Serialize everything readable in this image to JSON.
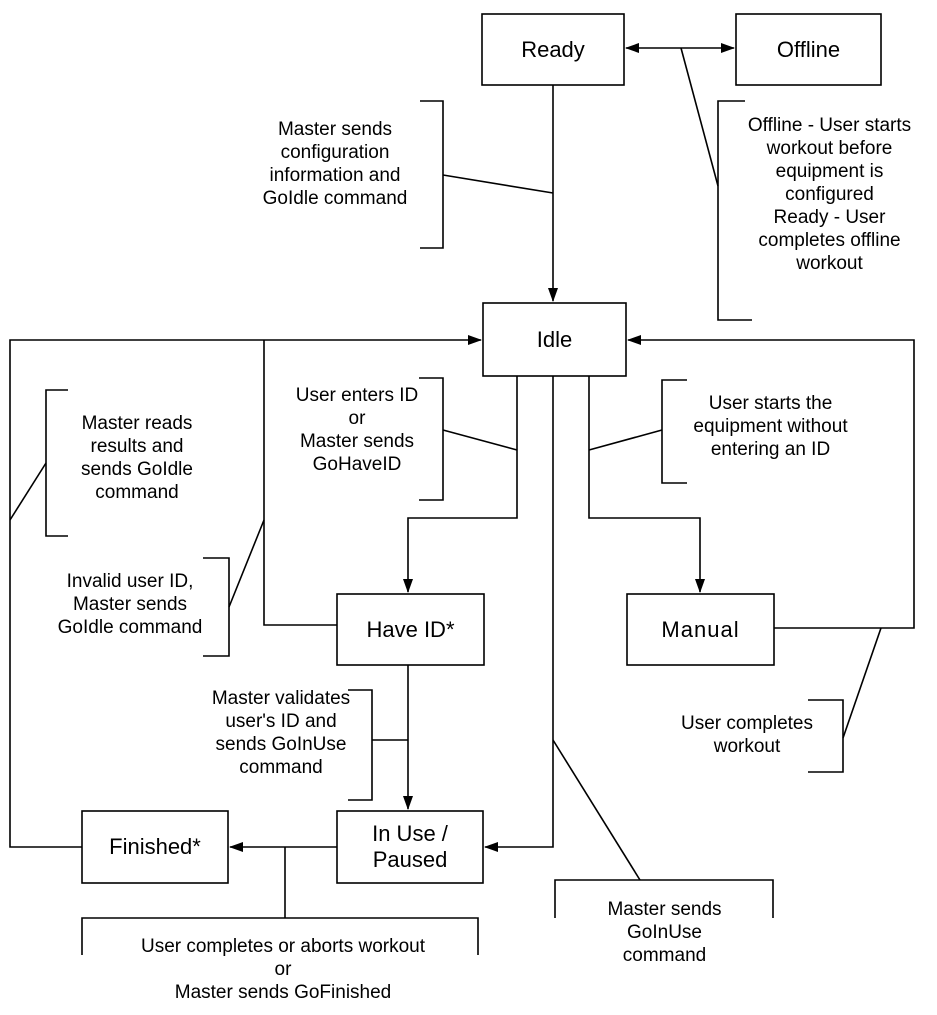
{
  "states": {
    "ready": "Ready",
    "offline": "Offline",
    "idle": "Idle",
    "have_id": "Have ID*",
    "manual": "Manual",
    "in_use": [
      "In Use /",
      "Paused"
    ],
    "finished": "Finished*"
  },
  "annotations": {
    "ready_to_idle": [
      "Master sends",
      "configuration",
      "information and",
      "GoIdle command"
    ],
    "ready_offline": [
      "Offline - User starts",
      "workout before",
      "equipment is",
      "configured",
      "Ready - User",
      "completes offline",
      "workout"
    ],
    "finished_to_idle": [
      "Master reads",
      "results and",
      "sends GoIdle",
      "command"
    ],
    "idle_to_have_id": [
      "User enters ID",
      "or",
      "Master sends",
      "GoHaveID"
    ],
    "idle_to_manual": [
      "User starts the",
      "equipment without",
      "entering an ID"
    ],
    "have_id_to_idle": [
      "Invalid user ID,",
      "Master sends",
      "GoIdle command"
    ],
    "have_id_to_in_use": [
      "Master validates",
      "user's ID and",
      "sends GoInUse",
      "command"
    ],
    "manual_to_idle": [
      "User completes",
      "workout"
    ],
    "idle_to_in_use": [
      "Master sends",
      "GoInUse",
      "command"
    ],
    "in_use_to_finished": [
      "User completes or aborts workout",
      "or",
      "Master sends GoFinished"
    ]
  }
}
